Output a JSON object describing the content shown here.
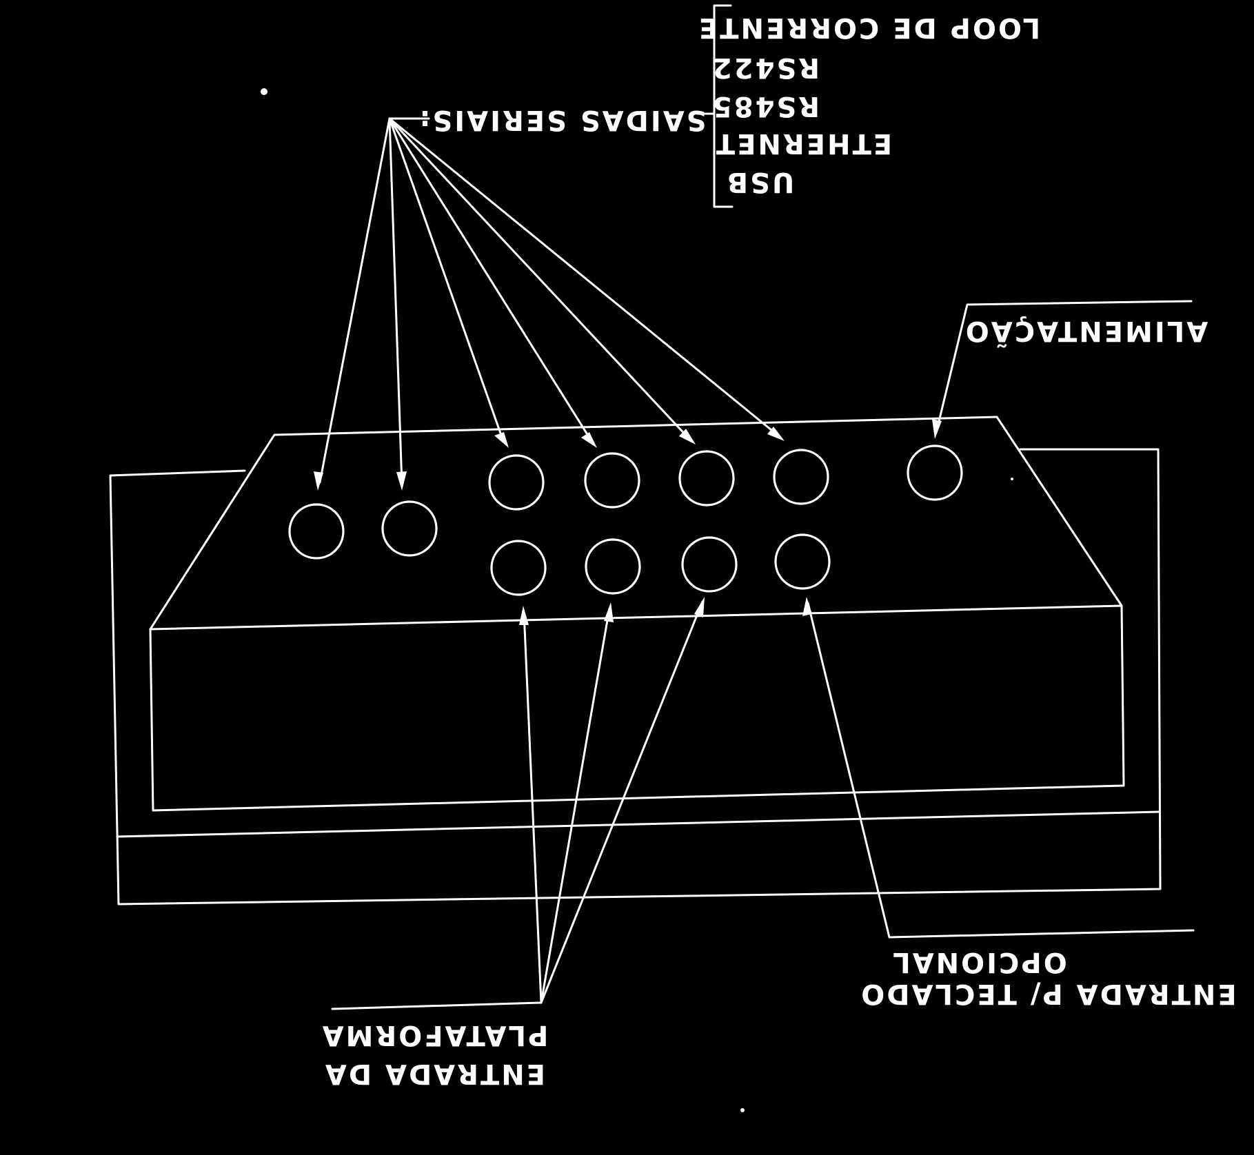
{
  "colors": {
    "background": "#000000",
    "ink": "#ffffff"
  },
  "labels": {
    "serial_outputs": "SAIDAS SERIAIS:",
    "serial_options": [
      "LOOP DE CORRENTE",
      "RS422",
      "RS485",
      "ETHERNET",
      "USB"
    ],
    "power": "ALIMENTAÇÃO",
    "platform_line1": "PLATAFORMA",
    "platform_line2": "ENTRADA DA",
    "keyboard_line1": "OPCIONAL",
    "keyboard_line2": "ENTRADA P/ TECLADO"
  }
}
